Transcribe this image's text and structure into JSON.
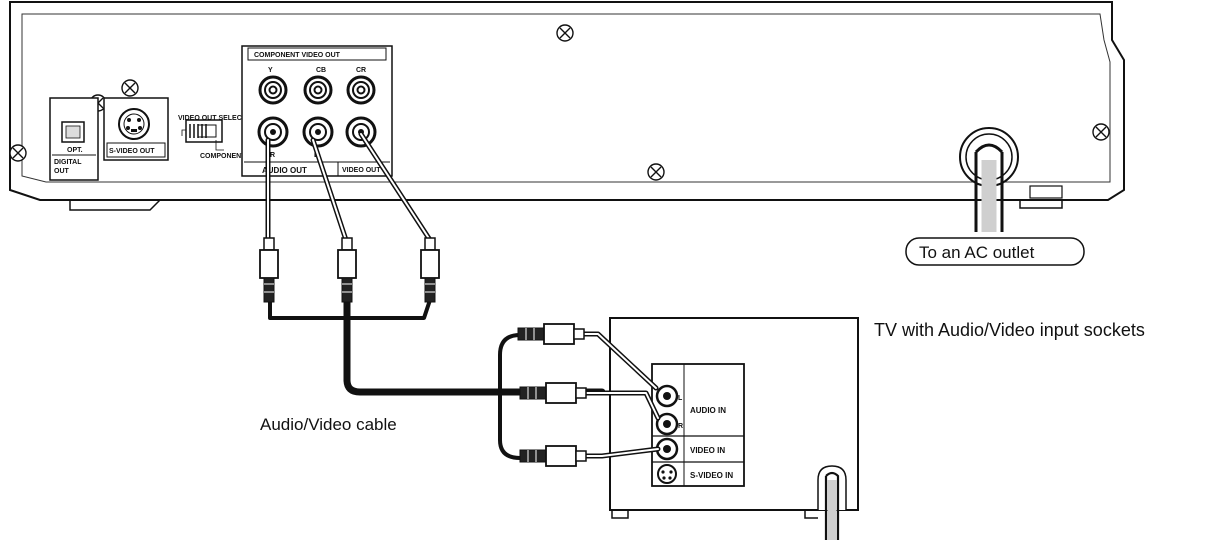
{
  "player": {
    "component_header": "COMPONENT VIDEO OUT",
    "jack_y": "Y",
    "jack_cb": "CB",
    "jack_cr": "CR",
    "video_out_select": "VIDEO OUT SELECT",
    "select_s": "S",
    "select_component": "COMPONENT",
    "opt": "OPT.",
    "digital": "DIGITAL",
    "out": "OUT",
    "svideo_out": "S-VIDEO OUT",
    "audio_out": "AUDIO OUT",
    "audio_r": "R",
    "audio_l": "L",
    "video_out": "VIDEO OUT"
  },
  "tv": {
    "description": "TV with Audio/Video input sockets",
    "audio_in": "AUDIO IN",
    "l": "L",
    "r": "R",
    "video_in": "VIDEO IN",
    "svideo_in": "S-VIDEO IN"
  },
  "labels": {
    "ac_outlet": "To an AC outlet",
    "av_cable": "Audio/Video cable"
  }
}
